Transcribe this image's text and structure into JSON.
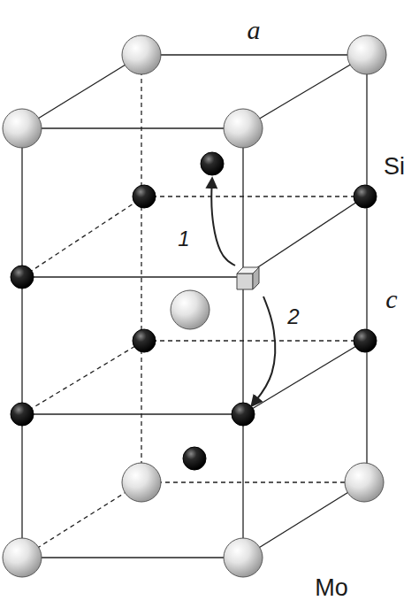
{
  "diagram": {
    "labels": [
      "a",
      "Si",
      "1",
      "c",
      "2",
      "Mo"
    ]
  }
}
